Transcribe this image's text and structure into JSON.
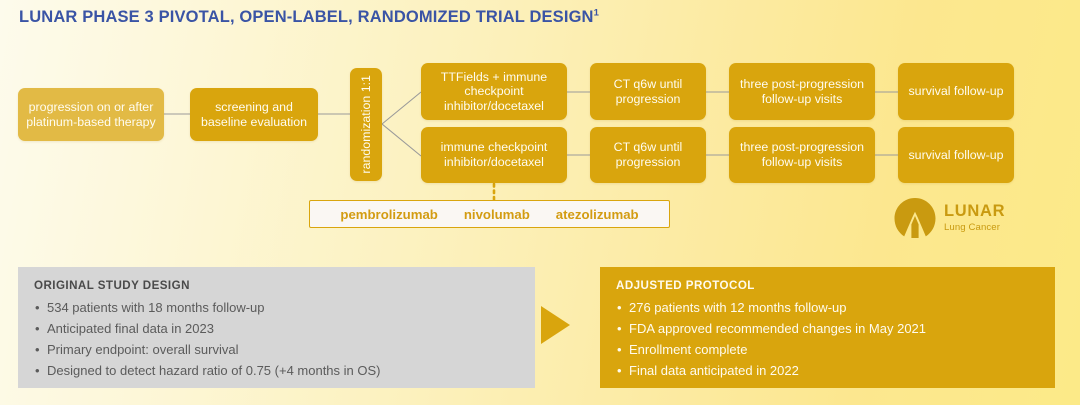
{
  "title": {
    "text": "LUNAR PHASE 3 PIVOTAL, OPEN-LABEL, RANDOMIZED TRIAL DESIGN",
    "footnote_marker": "1"
  },
  "colors": {
    "title_blue": "#3A54A5",
    "gold": "#D9A50D",
    "pale_gold": "#E2BA45",
    "gray_panel": "#D6D6D6",
    "background_start": "#FDFBEC",
    "background_end": "#FCEA88"
  },
  "flow": {
    "boxes": [
      {
        "id": "progression",
        "label": "progression on or after platinum-based therapy",
        "style": "pale"
      },
      {
        "id": "screening",
        "label": "screening and baseline evaluation",
        "style": "solid"
      },
      {
        "id": "randomization",
        "label": "randomization 1:1",
        "style": "solid",
        "orientation": "vertical"
      },
      {
        "id": "arm1",
        "label": "TTFields + immune checkpoint inhibitor/docetaxel",
        "style": "solid"
      },
      {
        "id": "arm2",
        "label": "immune checkpoint inhibitor/docetaxel",
        "style": "solid"
      },
      {
        "id": "ct1",
        "label": "CT q6w until progression",
        "style": "solid"
      },
      {
        "id": "ct2",
        "label": "CT q6w until progression",
        "style": "solid"
      },
      {
        "id": "fu1",
        "label": "three post-progression follow-up visits",
        "style": "solid"
      },
      {
        "id": "fu2",
        "label": "three post-progression follow-up visits",
        "style": "solid"
      },
      {
        "id": "surv1",
        "label": "survival follow-up",
        "style": "solid"
      },
      {
        "id": "surv2",
        "label": "survival follow-up",
        "style": "solid"
      }
    ],
    "drugs": [
      "pembrolizumab",
      "nivolumab",
      "atezolizumab"
    ]
  },
  "logo": {
    "name": "LUNAR",
    "subtitle": "Lung Cancer"
  },
  "panels": {
    "original": {
      "heading": "ORIGINAL STUDY DESIGN",
      "items": [
        "534 patients with 18 months follow-up",
        "Anticipated final data in 2023",
        "Primary endpoint: overall survival",
        "Designed to detect hazard ratio of 0.75 (+4 months in OS)"
      ]
    },
    "adjusted": {
      "heading": "ADJUSTED PROTOCOL",
      "items": [
        "276 patients with 12 months follow-up",
        "FDA approved recommended changes in May 2021",
        "Enrollment complete",
        "Final data anticipated in 2022"
      ]
    }
  }
}
